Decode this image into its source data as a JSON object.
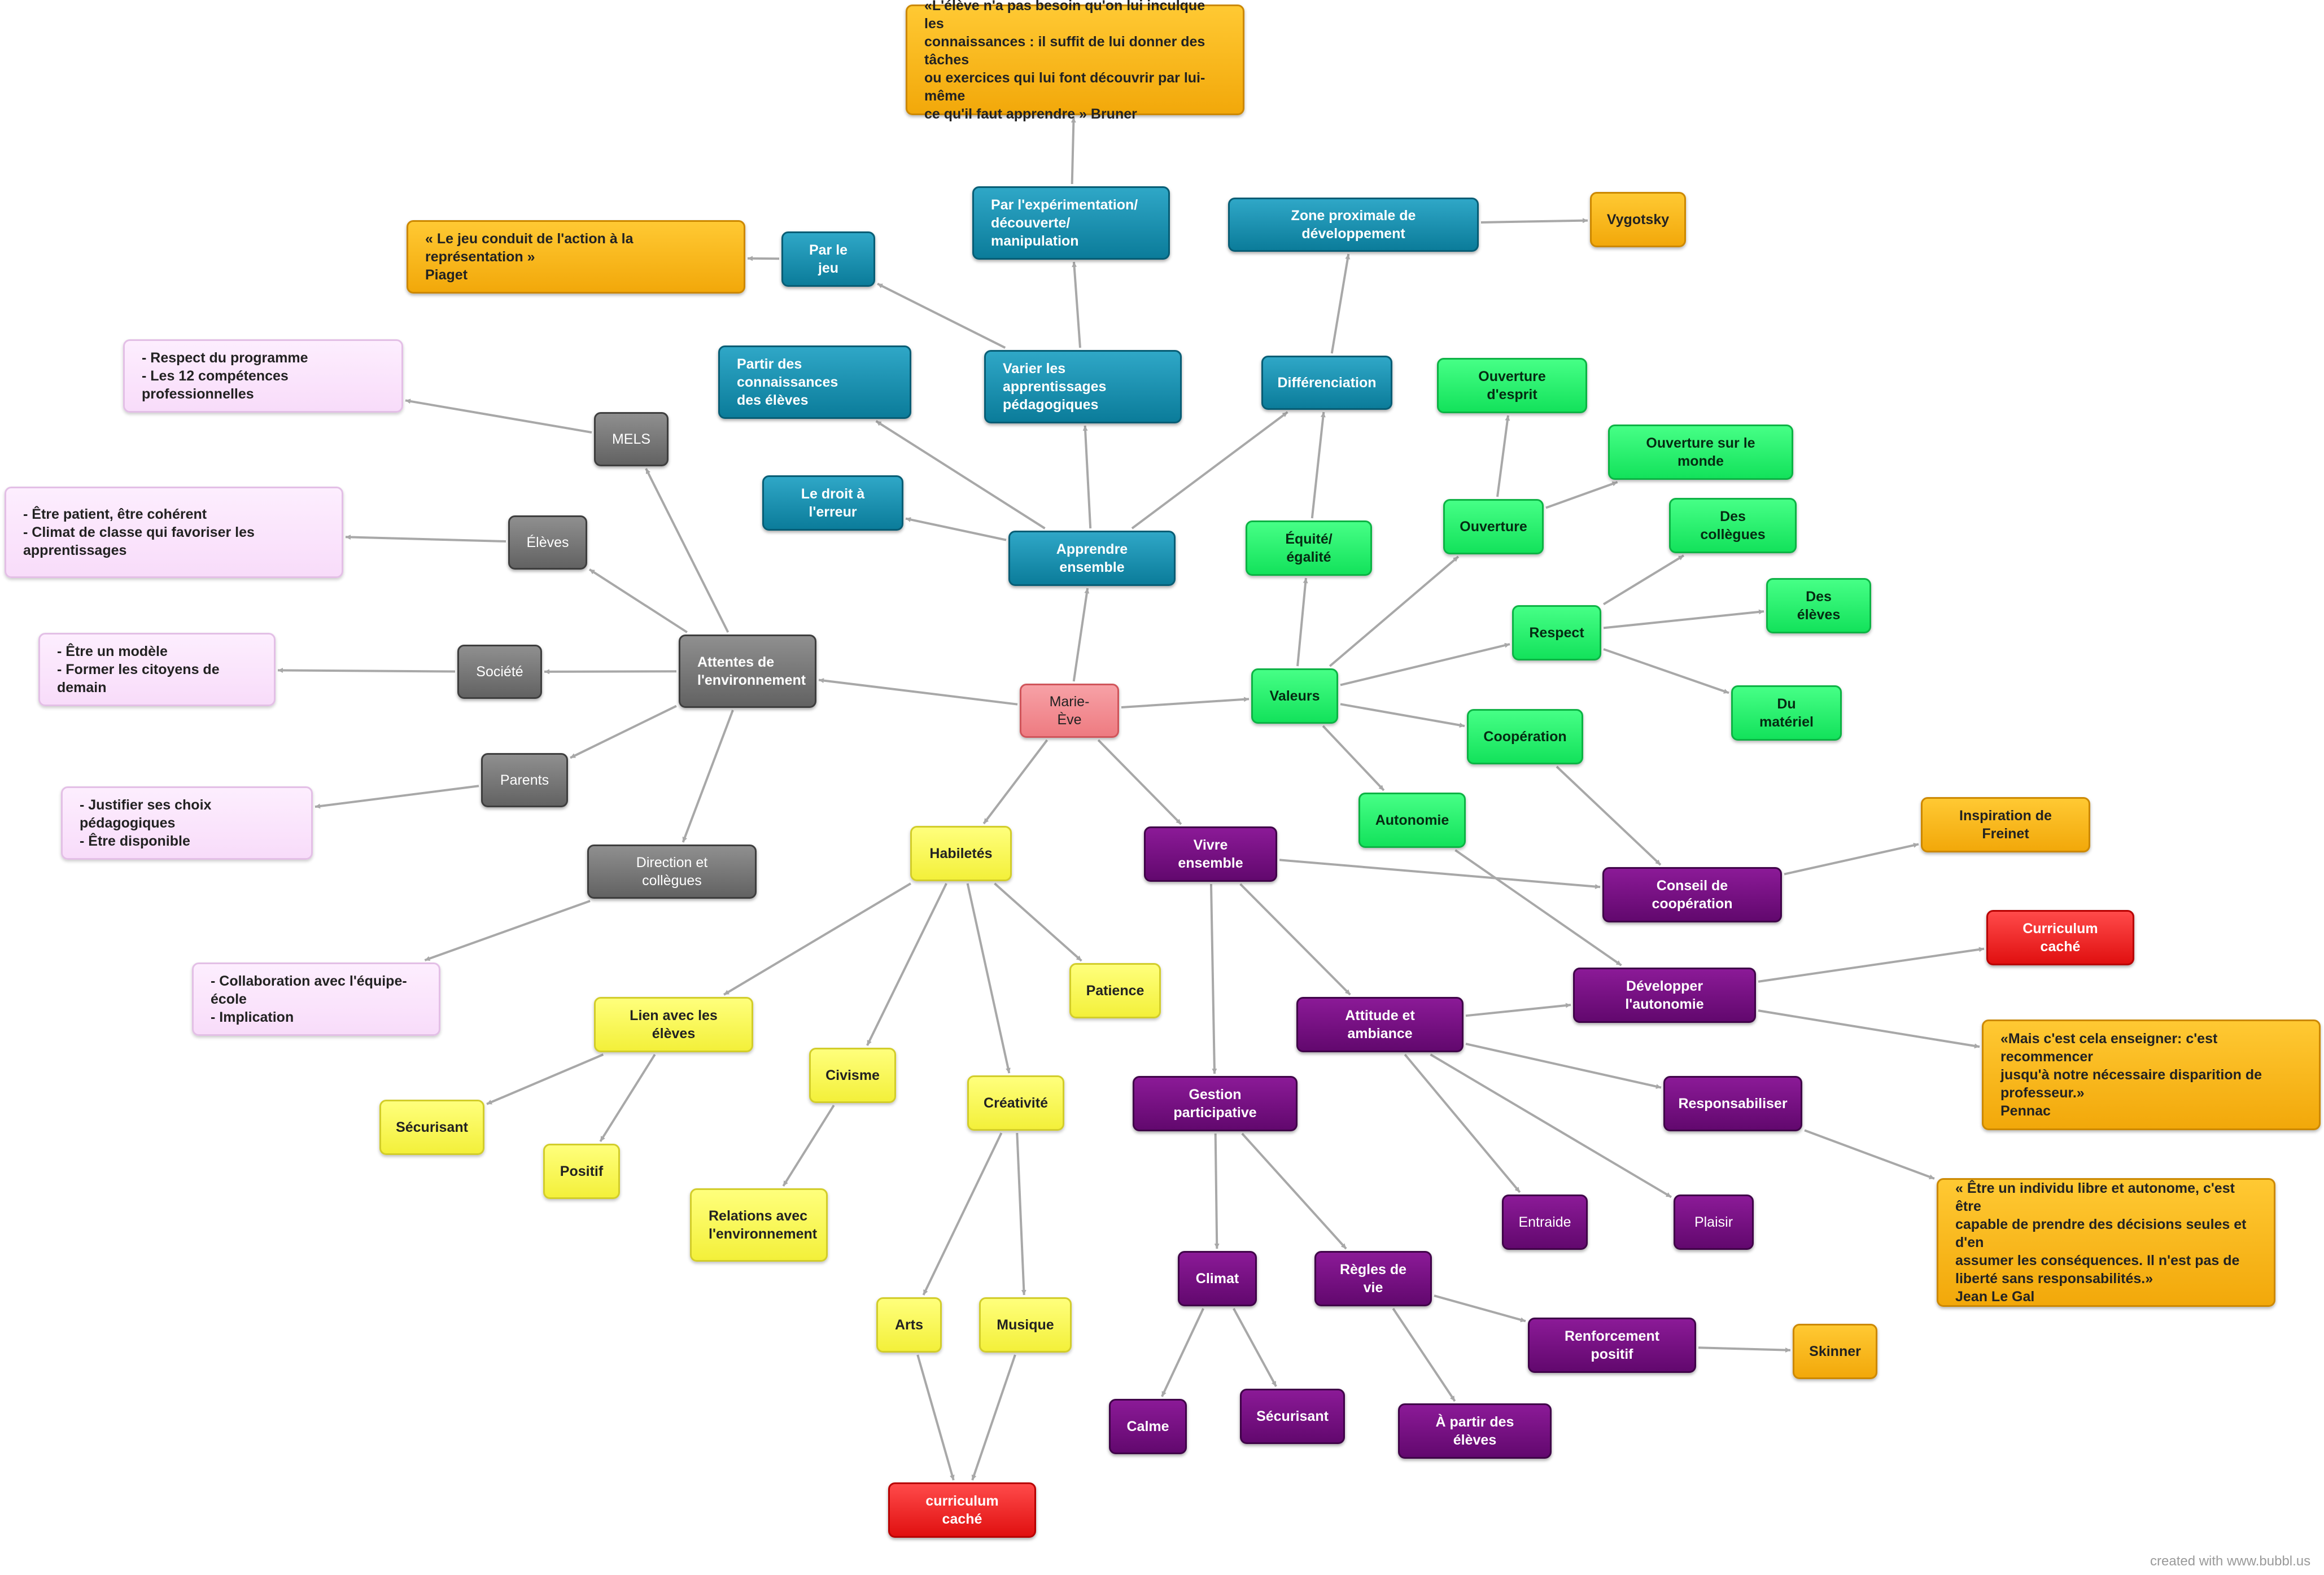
{
  "watermark": "created with www.bubbl.us",
  "colors": {
    "red": "#e01010",
    "pink": "#ef7f85",
    "gray": "#6a6a6a",
    "teal": "#0e82a0",
    "green": "#17e860",
    "purple": "#660872",
    "yellow": "#f5f23f",
    "orange": "#f4ab0e",
    "lavender": "#fbe6fc",
    "edge": "#a8a8a8"
  },
  "nodes": [
    {
      "id": "marie",
      "text": "Marie-Ève",
      "color": "pink"
    },
    {
      "id": "apprendre",
      "text": "Apprendre ensemble",
      "color": "teal"
    },
    {
      "id": "droit",
      "text": "Le droit à l'erreur",
      "color": "teal"
    },
    {
      "id": "partir",
      "text": "Partir des connaissances\ndes élèves",
      "color": "teal"
    },
    {
      "id": "varier",
      "text": "Varier les apprentissages\npédagogiques",
      "color": "teal"
    },
    {
      "id": "jeu",
      "text": "Par le jeu",
      "color": "teal"
    },
    {
      "id": "piaget",
      "text": "« Le jeu conduit de l'action à la représentation »\nPiaget",
      "color": "orange"
    },
    {
      "id": "experimentation",
      "text": "Par l'expérimentation/\ndécouverte/ manipulation",
      "color": "teal"
    },
    {
      "id": "bruner",
      "text": "«L'élève n'a pas besoin qu'on lui inculque les\nconnaissances : il suffit de lui donner des tâches\nou exercices qui lui font découvrir par lui-même\nce qu'il faut apprendre » Bruner",
      "color": "orange"
    },
    {
      "id": "differenciation",
      "text": "Différenciation",
      "color": "teal"
    },
    {
      "id": "zone",
      "text": "Zone proximale de développement",
      "color": "teal"
    },
    {
      "id": "vygotsky",
      "text": "Vygotsky",
      "color": "orange"
    },
    {
      "id": "attentes",
      "text": "Attentes de\nl'environnement",
      "color": "gray"
    },
    {
      "id": "mels",
      "text": "MELS",
      "color": "gray"
    },
    {
      "id": "mels_note",
      "text": "- Respect du programme\n- Les 12 compétences professionnelles",
      "color": "lavender"
    },
    {
      "id": "eleves_g",
      "text": "Élèves",
      "color": "gray"
    },
    {
      "id": "eleves_note",
      "text": "- Être patient, être cohérent\n- Climat de classe qui favoriser les\napprentissages",
      "color": "lavender"
    },
    {
      "id": "societe",
      "text": "Société",
      "color": "gray"
    },
    {
      "id": "societe_note",
      "text": "- Être un modèle\n- Former les citoyens de demain",
      "color": "lavender"
    },
    {
      "id": "parents",
      "text": "Parents",
      "color": "gray"
    },
    {
      "id": "parents_note",
      "text": "- Justifier ses choix pédagogiques\n- Être disponible",
      "color": "lavender"
    },
    {
      "id": "direction",
      "text": "Direction et collègues",
      "color": "gray"
    },
    {
      "id": "direction_note",
      "text": "- Collaboration avec l'équipe-école\n- Implication",
      "color": "lavender"
    },
    {
      "id": "habiletes",
      "text": "Habiletés",
      "color": "yellow"
    },
    {
      "id": "lien",
      "text": "Lien avec les élèves",
      "color": "yellow"
    },
    {
      "id": "securisant_y",
      "text": "Sécurisant",
      "color": "yellow"
    },
    {
      "id": "positif",
      "text": "Positif",
      "color": "yellow"
    },
    {
      "id": "civisme",
      "text": "Civisme",
      "color": "yellow"
    },
    {
      "id": "relations",
      "text": "Relations avec\nl'environnement",
      "color": "yellow"
    },
    {
      "id": "creativite",
      "text": "Créativité",
      "color": "yellow"
    },
    {
      "id": "arts",
      "text": "Arts",
      "color": "yellow"
    },
    {
      "id": "musique",
      "text": "Musique",
      "color": "yellow"
    },
    {
      "id": "curriculum1",
      "text": "curriculum caché",
      "color": "red"
    },
    {
      "id": "patience",
      "text": "Patience",
      "color": "yellow"
    },
    {
      "id": "valeurs",
      "text": "Valeurs",
      "color": "green"
    },
    {
      "id": "equite",
      "text": "Équité/ égalité",
      "color": "green"
    },
    {
      "id": "ouverture",
      "text": "Ouverture",
      "color": "green"
    },
    {
      "id": "ouverture_esprit",
      "text": "Ouverture d'esprit",
      "color": "green"
    },
    {
      "id": "ouverture_monde",
      "text": "Ouverture sur le monde",
      "color": "green"
    },
    {
      "id": "respect",
      "text": "Respect",
      "color": "green"
    },
    {
      "id": "des_collegues",
      "text": "Des collègues",
      "color": "green"
    },
    {
      "id": "des_eleves",
      "text": "Des élèves",
      "color": "green"
    },
    {
      "id": "du_materiel",
      "text": "Du matériel",
      "color": "green"
    },
    {
      "id": "cooperation",
      "text": "Coopération",
      "color": "green"
    },
    {
      "id": "autonomie",
      "text": "Autonomie",
      "color": "green"
    },
    {
      "id": "vivre",
      "text": "Vivre ensemble",
      "color": "purple"
    },
    {
      "id": "conseil",
      "text": "Conseil de coopération",
      "color": "purple"
    },
    {
      "id": "freinet",
      "text": "Inspiration de Freinet",
      "color": "orange"
    },
    {
      "id": "developper",
      "text": "Développer l'autonomie",
      "color": "purple"
    },
    {
      "id": "curriculum2",
      "text": "Curriculum caché",
      "color": "red"
    },
    {
      "id": "pennac",
      "text": "«Mais c'est cela enseigner: c'est recommencer\njusqu'à notre nécessaire disparition de\nprofesseur.»\n Pennac",
      "color": "orange"
    },
    {
      "id": "attitude",
      "text": "Attitude et ambiance",
      "color": "purple"
    },
    {
      "id": "responsabiliser",
      "text": "Responsabiliser",
      "color": "purple"
    },
    {
      "id": "legal",
      "text": "« Être un individu libre et autonome, c'est être\ncapable de prendre des décisions seules et d'en\nassumer les conséquences. Il  n'est pas de\nliberté sans responsabilités.»\nJean Le Gal",
      "color": "orange"
    },
    {
      "id": "entraide",
      "text": "Entraide",
      "color": "purple"
    },
    {
      "id": "plaisir",
      "text": "Plaisir",
      "color": "purple"
    },
    {
      "id": "gestion",
      "text": "Gestion participative",
      "color": "purple"
    },
    {
      "id": "climat",
      "text": "Climat",
      "color": "purple"
    },
    {
      "id": "calme",
      "text": "Calme",
      "color": "purple"
    },
    {
      "id": "securisant_p",
      "text": "Sécurisant",
      "color": "purple"
    },
    {
      "id": "regles",
      "text": "Règles de vie",
      "color": "purple"
    },
    {
      "id": "renforcement",
      "text": "Renforcement positif",
      "color": "purple"
    },
    {
      "id": "skinner",
      "text": "Skinner",
      "color": "orange"
    },
    {
      "id": "a_partir",
      "text": "À partir des élèves",
      "color": "purple"
    }
  ],
  "edges": [
    [
      "marie",
      "apprendre"
    ],
    [
      "marie",
      "attentes"
    ],
    [
      "marie",
      "valeurs"
    ],
    [
      "marie",
      "habiletes"
    ],
    [
      "marie",
      "vivre"
    ],
    [
      "apprendre",
      "droit"
    ],
    [
      "apprendre",
      "partir"
    ],
    [
      "apprendre",
      "varier"
    ],
    [
      "apprendre",
      "differenciation"
    ],
    [
      "varier",
      "jeu"
    ],
    [
      "jeu",
      "piaget"
    ],
    [
      "varier",
      "experimentation"
    ],
    [
      "experimentation",
      "bruner"
    ],
    [
      "differenciation",
      "zone"
    ],
    [
      "zone",
      "vygotsky"
    ],
    [
      "attentes",
      "mels"
    ],
    [
      "mels",
      "mels_note"
    ],
    [
      "attentes",
      "eleves_g"
    ],
    [
      "eleves_g",
      "eleves_note"
    ],
    [
      "attentes",
      "societe"
    ],
    [
      "societe",
      "societe_note"
    ],
    [
      "attentes",
      "parents"
    ],
    [
      "parents",
      "parents_note"
    ],
    [
      "attentes",
      "direction"
    ],
    [
      "direction",
      "direction_note"
    ],
    [
      "habiletes",
      "lien"
    ],
    [
      "lien",
      "securisant_y"
    ],
    [
      "lien",
      "positif"
    ],
    [
      "habiletes",
      "civisme"
    ],
    [
      "civisme",
      "relations"
    ],
    [
      "habiletes",
      "creativite"
    ],
    [
      "creativite",
      "arts"
    ],
    [
      "creativite",
      "musique"
    ],
    [
      "arts",
      "curriculum1"
    ],
    [
      "musique",
      "curriculum1"
    ],
    [
      "habiletes",
      "patience"
    ],
    [
      "valeurs",
      "equite"
    ],
    [
      "equite",
      "differenciation"
    ],
    [
      "valeurs",
      "ouverture"
    ],
    [
      "ouverture",
      "ouverture_esprit"
    ],
    [
      "ouverture",
      "ouverture_monde"
    ],
    [
      "valeurs",
      "respect"
    ],
    [
      "respect",
      "des_collegues"
    ],
    [
      "respect",
      "des_eleves"
    ],
    [
      "respect",
      "du_materiel"
    ],
    [
      "valeurs",
      "cooperation"
    ],
    [
      "cooperation",
      "conseil"
    ],
    [
      "valeurs",
      "autonomie"
    ],
    [
      "autonomie",
      "developper"
    ],
    [
      "vivre",
      "conseil"
    ],
    [
      "conseil",
      "freinet"
    ],
    [
      "vivre",
      "attitude"
    ],
    [
      "vivre",
      "gestion"
    ],
    [
      "attitude",
      "developper"
    ],
    [
      "developper",
      "curriculum2"
    ],
    [
      "developper",
      "pennac"
    ],
    [
      "attitude",
      "responsabiliser"
    ],
    [
      "responsabiliser",
      "legal"
    ],
    [
      "attitude",
      "entraide"
    ],
    [
      "attitude",
      "plaisir"
    ],
    [
      "gestion",
      "climat"
    ],
    [
      "gestion",
      "regles"
    ],
    [
      "climat",
      "calme"
    ],
    [
      "climat",
      "securisant_p"
    ],
    [
      "regles",
      "renforcement"
    ],
    [
      "renforcement",
      "skinner"
    ],
    [
      "regles",
      "a_partir"
    ]
  ]
}
